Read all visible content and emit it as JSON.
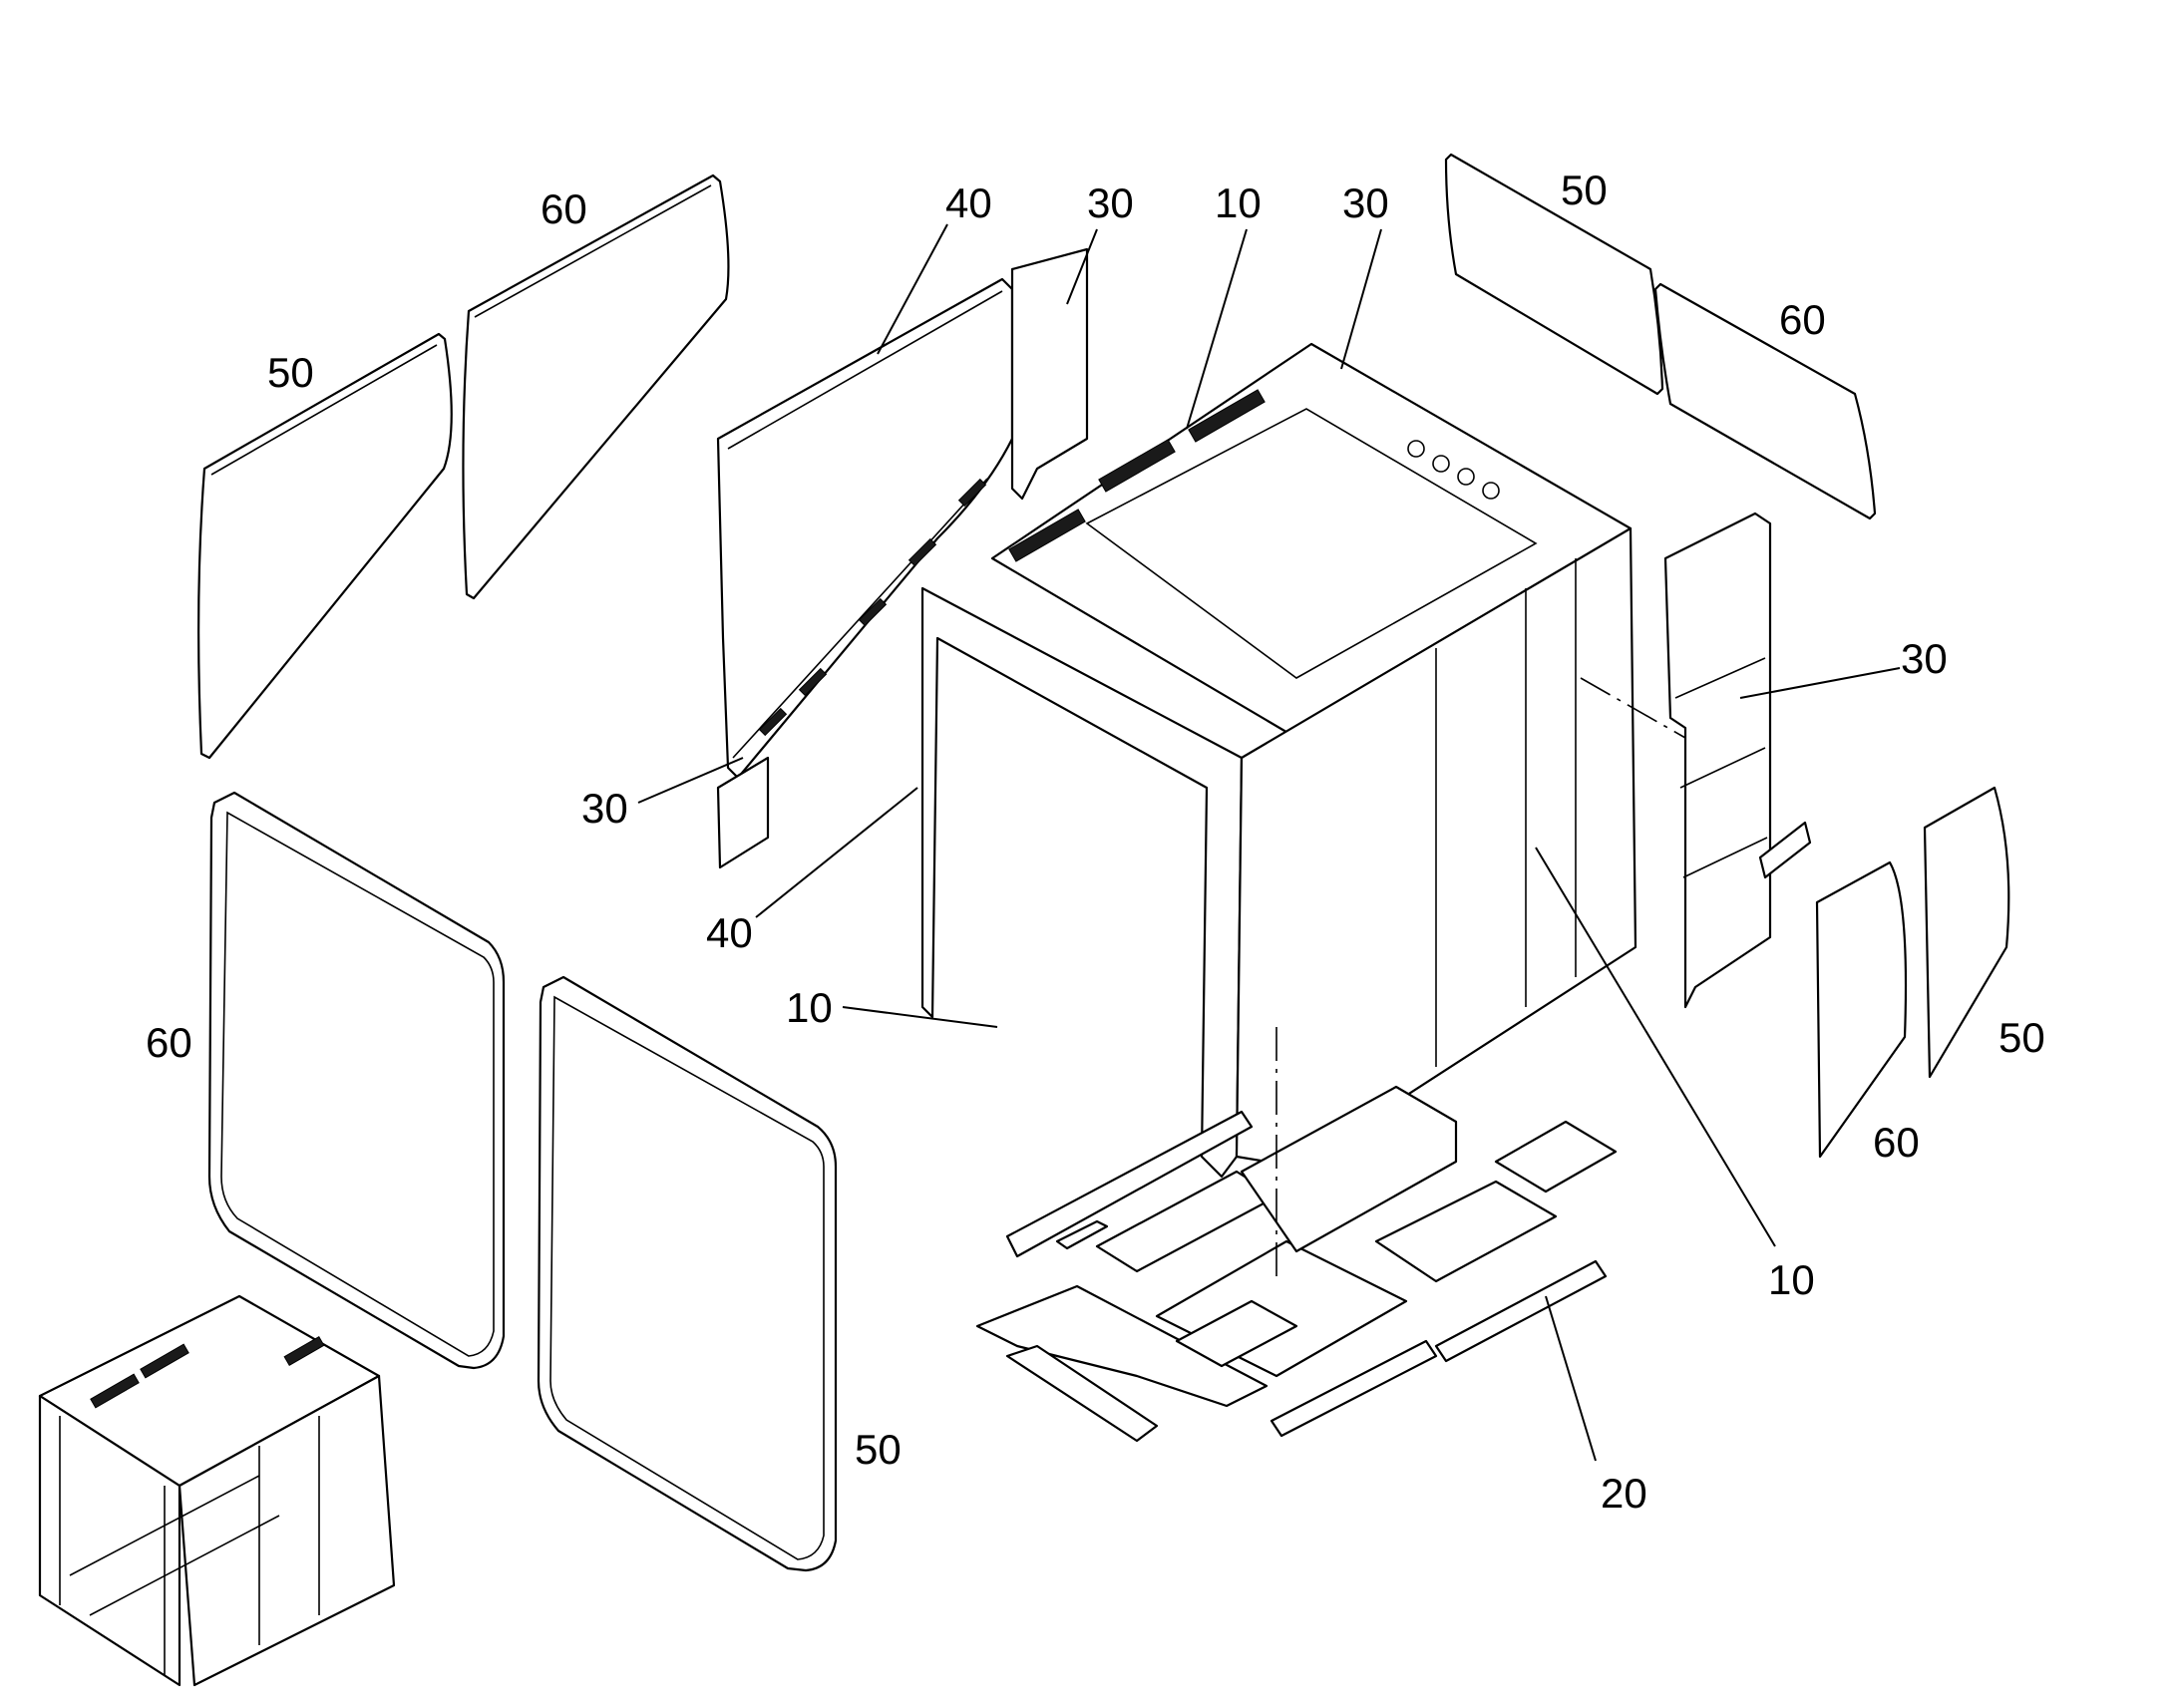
{
  "callouts": [
    {
      "id": "c50-top-left",
      "text": "50"
    },
    {
      "id": "c60-top-left",
      "text": "60"
    },
    {
      "id": "c40-top",
      "text": "40"
    },
    {
      "id": "c30-top-left",
      "text": "30"
    },
    {
      "id": "c10-top",
      "text": "10"
    },
    {
      "id": "c30-top-roof",
      "text": "30"
    },
    {
      "id": "c50-top-right",
      "text": "50"
    },
    {
      "id": "c60-top-right",
      "text": "60"
    },
    {
      "id": "c30-right",
      "text": "30"
    },
    {
      "id": "c30-left-panel",
      "text": "30"
    },
    {
      "id": "c40-left",
      "text": "40"
    },
    {
      "id": "c10-left",
      "text": "10"
    },
    {
      "id": "c60-left",
      "text": "60"
    },
    {
      "id": "c50-bottom",
      "text": "50"
    },
    {
      "id": "c60-right-small",
      "text": "60"
    },
    {
      "id": "c50-right-small",
      "text": "50"
    },
    {
      "id": "c10-right",
      "text": "10"
    },
    {
      "id": "c20-bottom",
      "text": "20"
    }
  ]
}
